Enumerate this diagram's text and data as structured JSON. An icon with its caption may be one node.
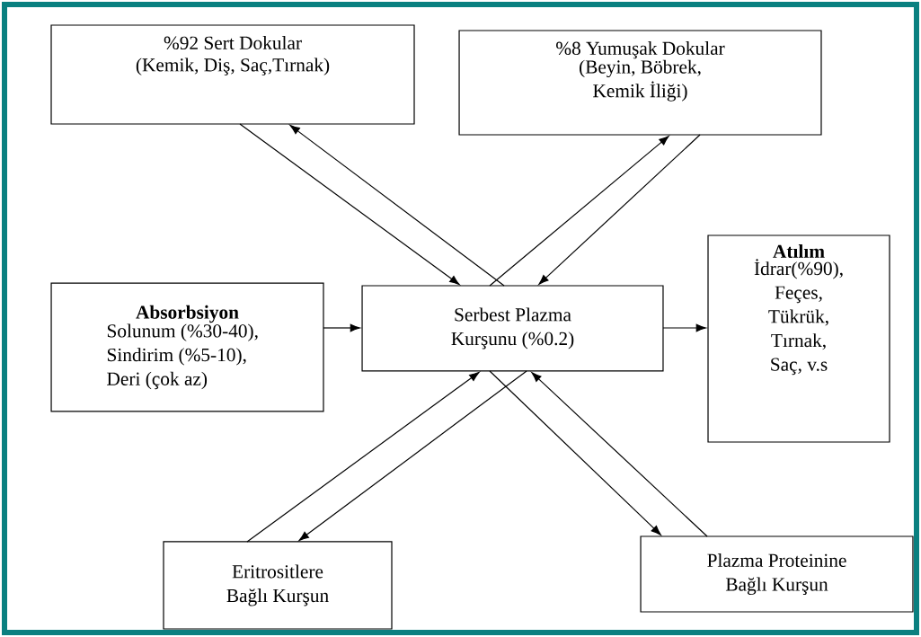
{
  "diagram": {
    "nodes": [
      {
        "text": [
          "%92 Sert Dokular",
          "(Kemik, Diş, Saç,Tırnak)"
        ]
      },
      {
        "text": [
          "%8 Yumuşak Dokular",
          "(Beyin, Böbrek, Kemik İliği)"
        ]
      },
      {
        "text": [
          "Absorbsiyon",
          "Solunum (%30-40), Sindirim (%5-10), Deri (çok az)"
        ]
      },
      {
        "text": [
          "Serbest Plazma Kurşunu (%0.2)"
        ]
      },
      {
        "text": [
          "Atılım",
          "İdrar(%90), Feçes, Tükrük, Tırnak, Saç, v.s"
        ]
      },
      {
        "text": [
          "Eritrositlere Bağlı Kurşun"
        ]
      },
      {
        "text": [
          "Plazma Proteinine Bağlı Kurşun"
        ]
      }
    ],
    "edges": [
      {
        "from": 0,
        "to": 3,
        "arrow": "to"
      },
      {
        "from": 3,
        "to": 0,
        "arrow": "to"
      },
      {
        "from": 3,
        "to": 1,
        "arrow": "to"
      },
      {
        "from": 1,
        "to": 3,
        "arrow": "to"
      },
      {
        "from": 2,
        "to": 3,
        "arrow": "to"
      },
      {
        "from": 3,
        "to": 4,
        "arrow": "to"
      },
      {
        "from": 5,
        "to": 3,
        "arrow": "to"
      },
      {
        "from": 3,
        "to": 5,
        "arrow": "to"
      },
      {
        "from": 3,
        "to": 6,
        "arrow": "to"
      },
      {
        "from": 6,
        "to": 3,
        "arrow": "to"
      }
    ]
  }
}
